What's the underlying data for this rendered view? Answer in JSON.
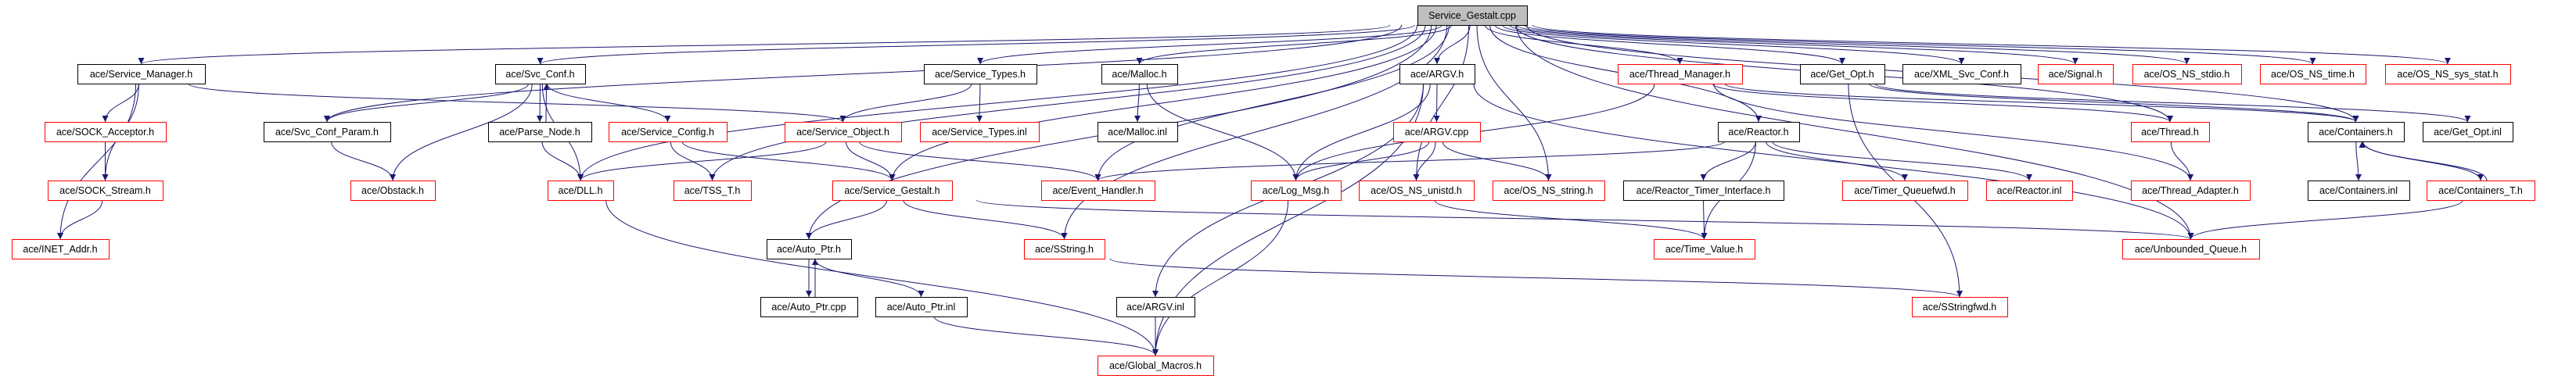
{
  "graph": {
    "edge_color": "#191970",
    "nodes": [
      {
        "id": "cpp",
        "label": "Service_Gestalt.cpp",
        "style": "root"
      },
      {
        "id": "service_manager",
        "label": "ace/Service_Manager.h",
        "style": "black"
      },
      {
        "id": "sock_acceptor",
        "label": "ace/SOCK_Acceptor.h",
        "style": "red"
      },
      {
        "id": "sock_stream",
        "label": "ace/SOCK_Stream.h",
        "style": "red"
      },
      {
        "id": "inet_addr",
        "label": "ace/INET_Addr.h",
        "style": "red"
      },
      {
        "id": "svc_conf",
        "label": "ace/Svc_Conf.h",
        "style": "black"
      },
      {
        "id": "svc_conf_param",
        "label": "ace/Svc_Conf_Param.h",
        "style": "black"
      },
      {
        "id": "parse_node",
        "label": "ace/Parse_Node.h",
        "style": "black"
      },
      {
        "id": "obstack",
        "label": "ace/Obstack.h",
        "style": "red"
      },
      {
        "id": "dll",
        "label": "ace/DLL.h",
        "style": "red"
      },
      {
        "id": "service_config",
        "label": "ace/Service_Config.h",
        "style": "red"
      },
      {
        "id": "service_types",
        "label": "ace/Service_Types.h",
        "style": "black"
      },
      {
        "id": "service_object",
        "label": "ace/Service_Object.h",
        "style": "red"
      },
      {
        "id": "service_types_inl",
        "label": "ace/Service_Types.inl",
        "style": "red"
      },
      {
        "id": "malloc",
        "label": "ace/Malloc.h",
        "style": "black"
      },
      {
        "id": "malloc_inl",
        "label": "ace/Malloc.inl",
        "style": "black"
      },
      {
        "id": "tss_t",
        "label": "ace/TSS_T.h",
        "style": "red"
      },
      {
        "id": "service_gestalt_h",
        "label": "ace/Service_Gestalt.h",
        "style": "red"
      },
      {
        "id": "event_handler",
        "label": "ace/Event_Handler.h",
        "style": "red"
      },
      {
        "id": "auto_ptr_h",
        "label": "ace/Auto_Ptr.h",
        "style": "black"
      },
      {
        "id": "sstring",
        "label": "ace/SString.h",
        "style": "red"
      },
      {
        "id": "auto_ptr_cpp",
        "label": "ace/Auto_Ptr.cpp",
        "style": "black"
      },
      {
        "id": "auto_ptr_inl",
        "label": "ace/Auto_Ptr.inl",
        "style": "black"
      },
      {
        "id": "argv_inl",
        "label": "ace/ARGV.inl",
        "style": "black"
      },
      {
        "id": "global_macros",
        "label": "ace/Global_Macros.h",
        "style": "red"
      },
      {
        "id": "argv_h",
        "label": "ace/ARGV.h",
        "style": "black"
      },
      {
        "id": "thread_manager",
        "label": "ace/Thread_Manager.h",
        "style": "red"
      },
      {
        "id": "get_opt_h",
        "label": "ace/Get_Opt.h",
        "style": "black"
      },
      {
        "id": "xml_svc_conf",
        "label": "ace/XML_Svc_Conf.h",
        "style": "black"
      },
      {
        "id": "signal",
        "label": "ace/Signal.h",
        "style": "red"
      },
      {
        "id": "os_ns_stdio",
        "label": "ace/OS_NS_stdio.h",
        "style": "red"
      },
      {
        "id": "os_ns_time",
        "label": "ace/OS_NS_time.h",
        "style": "red"
      },
      {
        "id": "os_ns_sys_stat",
        "label": "ace/OS_NS_sys_stat.h",
        "style": "red"
      },
      {
        "id": "argv_cpp",
        "label": "ace/ARGV.cpp",
        "style": "red"
      },
      {
        "id": "reactor_h",
        "label": "ace/Reactor.h",
        "style": "black"
      },
      {
        "id": "thread_h",
        "label": "ace/Thread.h",
        "style": "red"
      },
      {
        "id": "containers_h",
        "label": "ace/Containers.h",
        "style": "black"
      },
      {
        "id": "get_opt_inl",
        "label": "ace/Get_Opt.inl",
        "style": "black"
      },
      {
        "id": "log_msg",
        "label": "ace/Log_Msg.h",
        "style": "red"
      },
      {
        "id": "os_ns_unistd",
        "label": "ace/OS_NS_unistd.h",
        "style": "red"
      },
      {
        "id": "os_ns_string",
        "label": "ace/OS_NS_string.h",
        "style": "red"
      },
      {
        "id": "reactor_timer_interface",
        "label": "ace/Reactor_Timer_Interface.h",
        "style": "black"
      },
      {
        "id": "timer_queuefwd",
        "label": "ace/Timer_Queuefwd.h",
        "style": "red"
      },
      {
        "id": "reactor_inl",
        "label": "ace/Reactor.inl",
        "style": "red"
      },
      {
        "id": "thread_adapter",
        "label": "ace/Thread_Adapter.h",
        "style": "red"
      },
      {
        "id": "containers_inl",
        "label": "ace/Containers.inl",
        "style": "black"
      },
      {
        "id": "containers_t",
        "label": "ace/Containers_T.h",
        "style": "red"
      },
      {
        "id": "time_value",
        "label": "ace/Time_Value.h",
        "style": "red"
      },
      {
        "id": "unbounded_queue",
        "label": "ace/Unbounded_Queue.h",
        "style": "red"
      },
      {
        "id": "sstringfwd",
        "label": "ace/SStringfwd.h",
        "style": "red"
      }
    ],
    "edges": [
      [
        "cpp",
        "service_manager"
      ],
      [
        "cpp",
        "svc_conf"
      ],
      [
        "cpp",
        "svc_conf_param"
      ],
      [
        "cpp",
        "dll"
      ],
      [
        "cpp",
        "service_types"
      ],
      [
        "cpp",
        "malloc"
      ],
      [
        "cpp",
        "argv_h"
      ],
      [
        "cpp",
        "thread_manager"
      ],
      [
        "cpp",
        "get_opt_h"
      ],
      [
        "cpp",
        "xml_svc_conf"
      ],
      [
        "cpp",
        "signal"
      ],
      [
        "cpp",
        "os_ns_stdio"
      ],
      [
        "cpp",
        "os_ns_time"
      ],
      [
        "cpp",
        "os_ns_sys_stat"
      ],
      [
        "cpp",
        "reactor_h"
      ],
      [
        "cpp",
        "os_ns_unistd"
      ],
      [
        "cpp",
        "os_ns_string"
      ],
      [
        "cpp",
        "service_gestalt_h"
      ],
      [
        "cpp",
        "tss_t"
      ],
      [
        "cpp",
        "auto_ptr_h"
      ],
      [
        "cpp",
        "sstring"
      ],
      [
        "cpp",
        "containers_h"
      ],
      [
        "cpp",
        "thread_h"
      ],
      [
        "cpp",
        "unbounded_queue"
      ],
      [
        "cpp",
        "event_handler"
      ],
      [
        "service_manager",
        "sock_acceptor"
      ],
      [
        "service_manager",
        "sock_stream"
      ],
      [
        "service_manager",
        "inet_addr"
      ],
      [
        "service_manager",
        "service_object"
      ],
      [
        "sock_acceptor",
        "sock_stream"
      ],
      [
        "sock_stream",
        "inet_addr"
      ],
      [
        "svc_conf",
        "svc_conf_param"
      ],
      [
        "svc_conf",
        "parse_node"
      ],
      [
        "svc_conf",
        "obstack"
      ],
      [
        "svc_conf",
        "service_config"
      ],
      [
        "svc_conf",
        "dll"
      ],
      [
        "parse_node",
        "svc_conf"
      ],
      [
        "parse_node",
        "dll"
      ],
      [
        "svc_conf_param",
        "obstack"
      ],
      [
        "service_config",
        "tss_t"
      ],
      [
        "service_config",
        "service_gestalt_h"
      ],
      [
        "service_types",
        "service_object"
      ],
      [
        "service_types",
        "service_types_inl"
      ],
      [
        "service_object",
        "dll"
      ],
      [
        "service_object",
        "service_gestalt_h"
      ],
      [
        "service_object",
        "event_handler"
      ],
      [
        "malloc",
        "malloc_inl"
      ],
      [
        "malloc",
        "log_msg"
      ],
      [
        "service_gestalt_h",
        "auto_ptr_h"
      ],
      [
        "service_gestalt_h",
        "sstring"
      ],
      [
        "service_gestalt_h",
        "unbounded_queue"
      ],
      [
        "dll",
        "global_macros"
      ],
      [
        "auto_ptr_h",
        "auto_ptr_cpp"
      ],
      [
        "auto_ptr_cpp",
        "auto_ptr_h"
      ],
      [
        "auto_ptr_h",
        "auto_ptr_inl"
      ],
      [
        "auto_ptr_inl",
        "global_macros"
      ],
      [
        "argv_h",
        "argv_cpp"
      ],
      [
        "argv_h",
        "argv_inl"
      ],
      [
        "argv_h",
        "global_macros"
      ],
      [
        "argv_h",
        "log_msg"
      ],
      [
        "argv_h",
        "unbounded_queue"
      ],
      [
        "argv_cpp",
        "log_msg"
      ],
      [
        "argv_cpp",
        "os_ns_unistd"
      ],
      [
        "argv_cpp",
        "os_ns_string"
      ],
      [
        "argv_inl",
        "global_macros"
      ],
      [
        "log_msg",
        "global_macros"
      ],
      [
        "thread_manager",
        "log_msg"
      ],
      [
        "thread_manager",
        "thread_h"
      ],
      [
        "thread_manager",
        "thread_adapter"
      ],
      [
        "thread_manager",
        "containers_h"
      ],
      [
        "reactor_h",
        "event_handler"
      ],
      [
        "reactor_h",
        "reactor_timer_interface"
      ],
      [
        "reactor_h",
        "time_value"
      ],
      [
        "reactor_h",
        "timer_queuefwd"
      ],
      [
        "reactor_h",
        "reactor_inl"
      ],
      [
        "reactor_timer_interface",
        "time_value"
      ],
      [
        "os_ns_unistd",
        "time_value"
      ],
      [
        "sstring",
        "sstringfwd"
      ],
      [
        "thread_h",
        "thread_adapter"
      ],
      [
        "containers_h",
        "containers_inl"
      ],
      [
        "containers_h",
        "containers_t"
      ],
      [
        "containers_t",
        "containers_h"
      ],
      [
        "containers_t",
        "unbounded_queue"
      ],
      [
        "get_opt_h",
        "containers_h"
      ],
      [
        "get_opt_h",
        "get_opt_inl"
      ],
      [
        "get_opt_h",
        "sstringfwd"
      ]
    ]
  }
}
